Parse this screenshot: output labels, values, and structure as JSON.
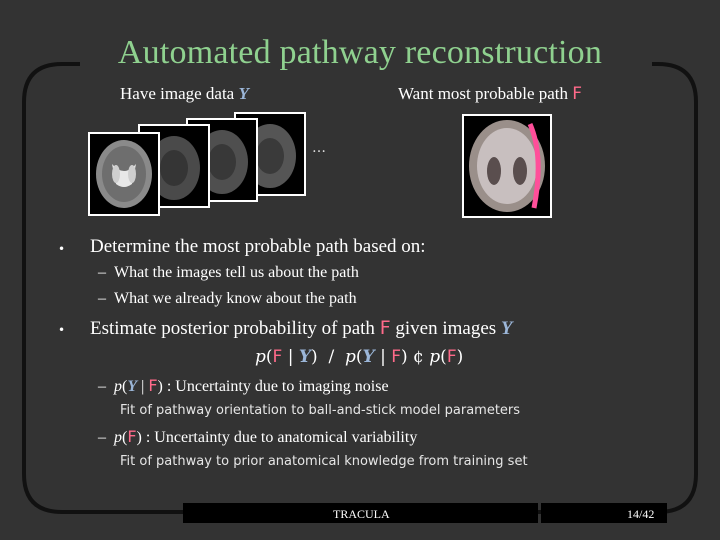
{
  "slide": {
    "title": "Automated pathway reconstruction",
    "left_header": {
      "prefix": "Have image data ",
      "var": "Y"
    },
    "right_header": {
      "prefix": "Want most probable path ",
      "var": "F"
    },
    "ellipsis": "…",
    "bullets": [
      {
        "marker": "•",
        "text": "Determine the most probable path based on:"
      },
      {
        "marker": "•",
        "text_prefix": "Estimate posterior probability of path ",
        "var_f": "F",
        "text_mid": " given images ",
        "var_y": "Y"
      }
    ],
    "sub_items": [
      {
        "dash": "–",
        "text": "What the images tell us about the path"
      },
      {
        "dash": "–",
        "text": "What we already know about the path"
      }
    ],
    "formula": {
      "p1": "p",
      "lp": "(",
      "F1": "F",
      "bar1": " | ",
      "Y1": "Y",
      "rp": ")",
      "slash": "/",
      "p2": "p",
      "lp2": "(",
      "Y2": "Y",
      "bar2": " | ",
      "F2": "F",
      "rp2": ")",
      "cent": "¢",
      "p3": "p",
      "lp3": "(",
      "F3": "F",
      "rp3": ")"
    },
    "likelihood": {
      "dash": "–",
      "p": "p",
      "lp": "(",
      "Y": "Y",
      "bar": " | ",
      "F": "F",
      "rp": ")",
      "desc": " : Uncertainty due to imaging noise",
      "note": "Fit of pathway orientation to ball-and-stick model parameters"
    },
    "prior": {
      "dash": "–",
      "p": "p",
      "lp": "(",
      "F": "F",
      "rp": ")",
      "desc": " : Uncertainty due to anatomical variability",
      "note": "Fit of pathway to prior anatomical knowledge from training set"
    },
    "footer": {
      "center": "TRACULA",
      "page": "14/42"
    }
  },
  "colors": {
    "background": "#333333",
    "title": "#8fd18f",
    "var_y": "#9bb6d8",
    "var_f": "#ff6a8a"
  }
}
